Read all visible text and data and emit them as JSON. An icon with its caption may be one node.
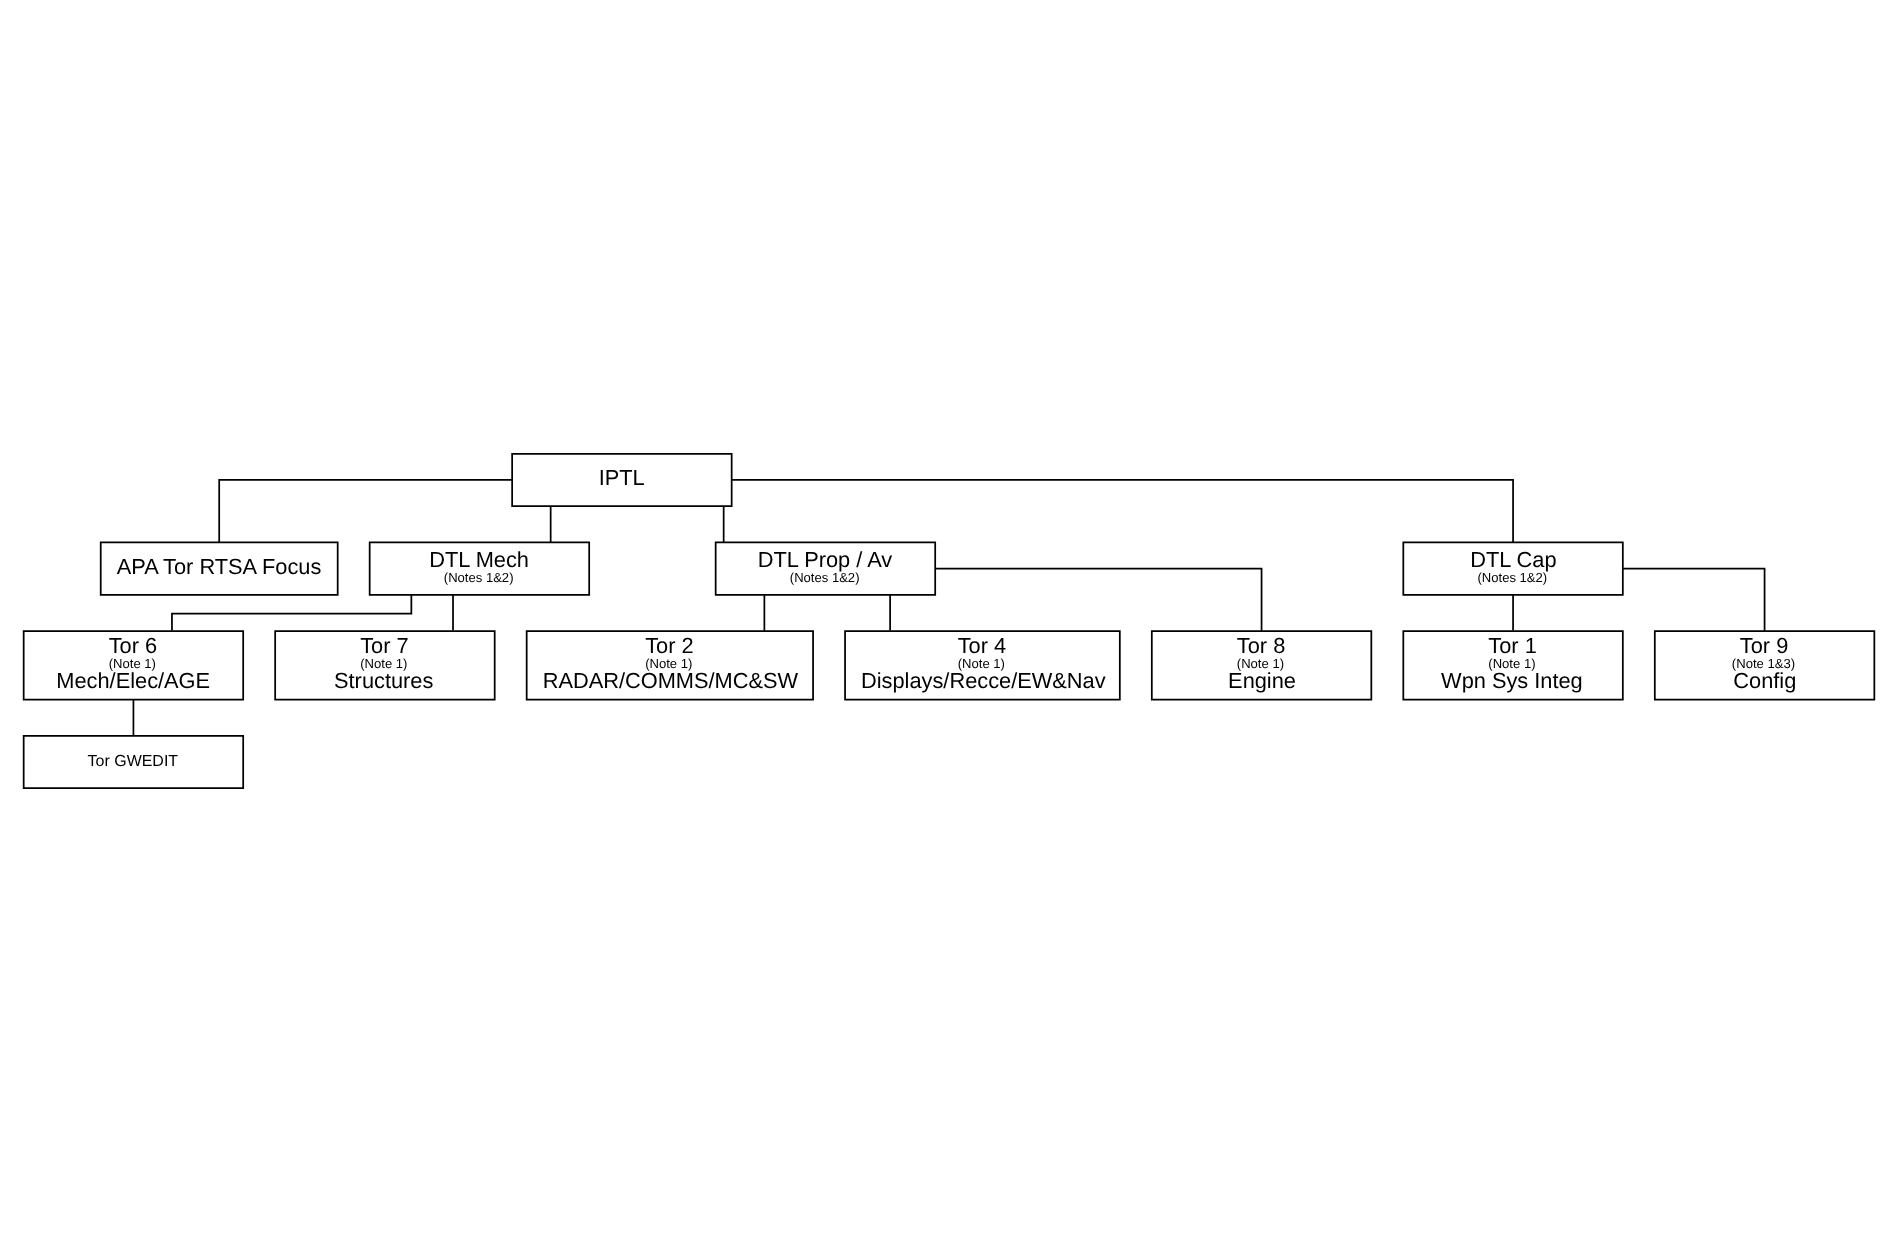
{
  "diagram": {
    "nodes": [
      {
        "text": [
          "IPTL"
        ]
      },
      {
        "text": [
          "APA Tor RTSA Focus"
        ]
      },
      {
        "text": [
          "DTL Mech",
          "(Notes 1&2)"
        ]
      },
      {
        "text": [
          "DTL Prop / Av",
          "(Notes 1&2)"
        ]
      },
      {
        "text": [
          "DTL Cap",
          "(Notes 1&2)"
        ]
      },
      {
        "text": [
          "Tor 6",
          "(Note 1)",
          "Mech/Elec/AGE"
        ]
      },
      {
        "text": [
          "Tor GWEDIT"
        ]
      },
      {
        "text": [
          "Tor 7",
          "(Note 1)",
          "Structures"
        ]
      },
      {
        "text": [
          "Tor 2",
          "(Note 1)",
          "RADAR/COMMS/MC&SW"
        ]
      },
      {
        "text": [
          "Tor 4",
          "(Note 1)",
          "Displays/Recce/EW&Nav"
        ]
      },
      {
        "text": [
          "Tor 8",
          "(Note 1)",
          "Engine"
        ]
      },
      {
        "text": [
          "Tor 1",
          "(Note 1)",
          "Wpn Sys Integ"
        ]
      },
      {
        "text": [
          "Tor 9",
          "(Note 1&3)",
          "Config"
        ]
      }
    ],
    "edges": [
      {
        "from": 0,
        "to": 1,
        "arrow": "none"
      },
      {
        "from": 0,
        "to": 2,
        "arrow": "none"
      },
      {
        "from": 0,
        "to": 3,
        "arrow": "none"
      },
      {
        "from": 0,
        "to": 4,
        "arrow": "none"
      },
      {
        "from": 2,
        "to": 5,
        "arrow": "none"
      },
      {
        "from": 5,
        "to": 6,
        "arrow": "none"
      },
      {
        "from": 2,
        "to": 7,
        "arrow": "none"
      },
      {
        "from": 3,
        "to": 8,
        "arrow": "none"
      },
      {
        "from": 3,
        "to": 9,
        "arrow": "none"
      },
      {
        "from": 3,
        "to": 10,
        "arrow": "none"
      },
      {
        "from": 4,
        "to": 11,
        "arrow": "none"
      },
      {
        "from": 4,
        "to": 12,
        "arrow": "none"
      }
    ]
  }
}
